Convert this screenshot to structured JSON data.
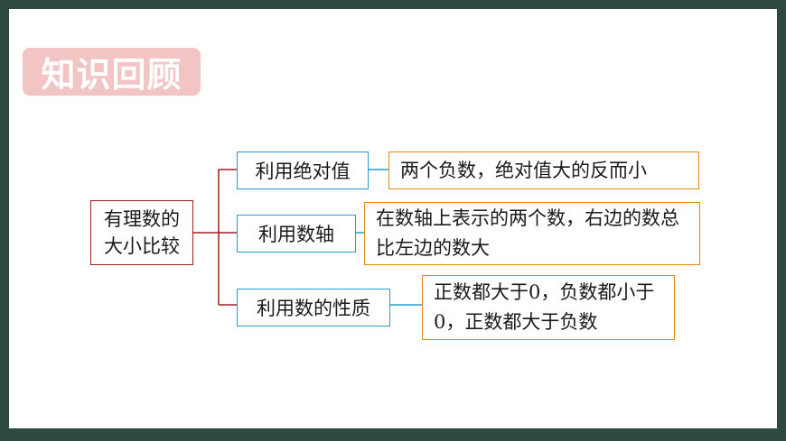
{
  "header": {
    "title": "知识回顾"
  },
  "diagram": {
    "root": {
      "line1": "有理数的",
      "line2": "大小比较"
    },
    "methods": [
      {
        "label": "利用绝对值",
        "desc": "两个负数，绝对值大的反而小"
      },
      {
        "label": "利用数轴",
        "desc": "在数轴上表示的两个数，右边的数总比左边的数大"
      },
      {
        "label": "利用数的性质",
        "desc": "正数都大于0，负数都小于0，正数都大于负数"
      }
    ]
  },
  "colors": {
    "root_border": "#9a2222",
    "method_border": "#2a9ad0",
    "desc_border": "#e08a1a",
    "title_bg": "#f2c4c4"
  }
}
